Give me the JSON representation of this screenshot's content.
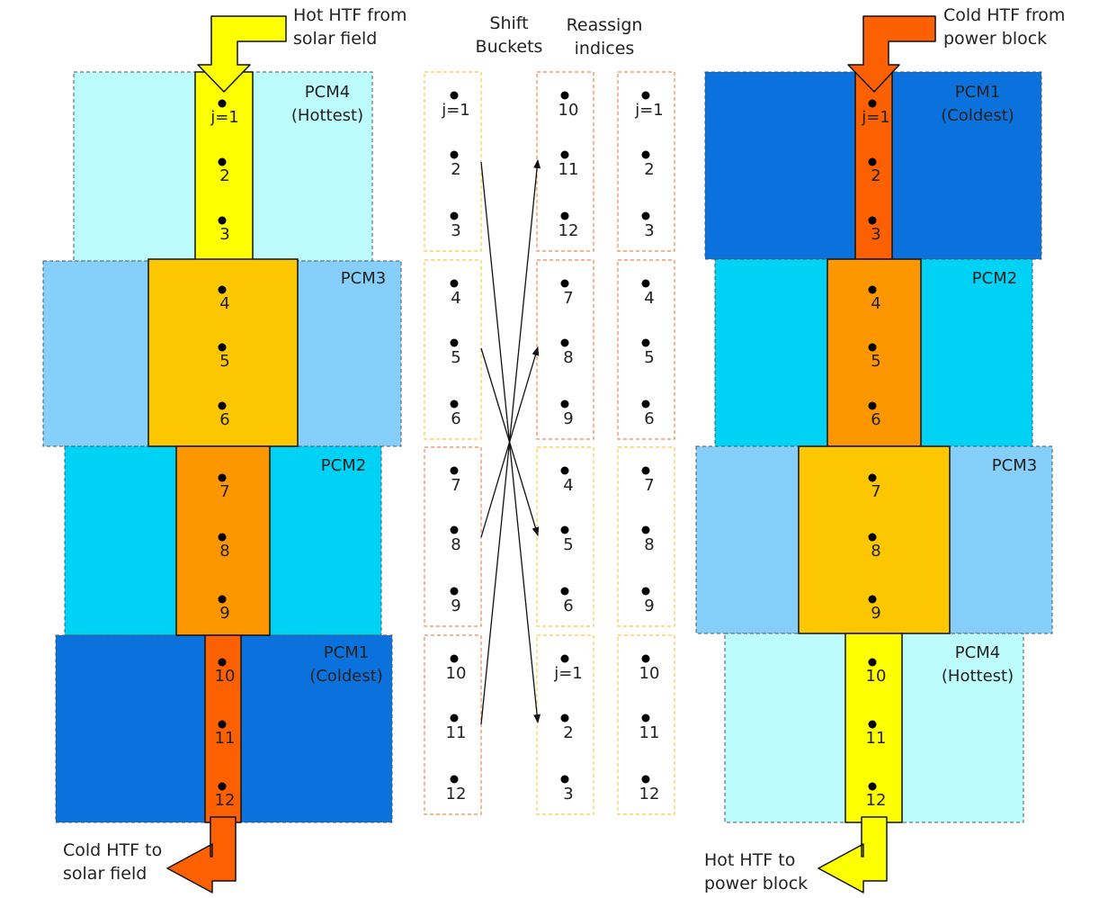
{
  "colors": {
    "pcm1": "#0a71dd",
    "pcm2": "#00d2f5",
    "pcm3": "#86cffb",
    "pcm4": "#bdfcfd",
    "htf_cold": "#fd6000",
    "htf_mid_cold": "#fd9700",
    "htf_mid_hot": "#fdc700",
    "htf_hot": "#fdff00",
    "bucket_yellow": "#f7cb45",
    "bucket_orange": "#f4874a"
  },
  "headers": {
    "shift": [
      "Shift",
      "Buckets"
    ],
    "reassign": [
      "Reassign",
      "indices"
    ]
  },
  "left": {
    "inlet": [
      "Hot HTF from",
      "solar field"
    ],
    "outlet": [
      "Cold HTF to",
      "solar field"
    ],
    "pcms": [
      {
        "name": "PCM4",
        "sub": "(Hottest)",
        "color": "pcm4",
        "htf": "htf_hot"
      },
      {
        "name": "PCM3",
        "sub": "",
        "color": "pcm3",
        "htf": "htf_mid_hot"
      },
      {
        "name": "PCM2",
        "sub": "",
        "color": "pcm2",
        "htf": "htf_mid_cold"
      },
      {
        "name": "PCM1",
        "sub": "(Coldest)",
        "color": "pcm1",
        "htf": "htf_cold"
      }
    ],
    "nodes": [
      "j=1",
      "2",
      "3",
      "4",
      "5",
      "6",
      "7",
      "8",
      "9",
      "10",
      "11",
      "12"
    ]
  },
  "right": {
    "inlet": [
      "Cold HTF from",
      "power block"
    ],
    "outlet": [
      "Hot HTF to",
      "power block"
    ],
    "pcms": [
      {
        "name": "PCM1",
        "sub": "(Coldest)",
        "color": "pcm1",
        "htf": "htf_cold"
      },
      {
        "name": "PCM2",
        "sub": "",
        "color": "pcm2",
        "htf": "htf_mid_cold"
      },
      {
        "name": "PCM3",
        "sub": "",
        "color": "pcm3",
        "htf": "htf_mid_hot"
      },
      {
        "name": "PCM4",
        "sub": "(Hottest)",
        "color": "pcm4",
        "htf": "htf_hot"
      }
    ],
    "nodes": [
      "j=1",
      "2",
      "3",
      "4",
      "5",
      "6",
      "7",
      "8",
      "9",
      "10",
      "11",
      "12"
    ]
  },
  "buckets": {
    "original": [
      [
        "j=1",
        "2",
        "3"
      ],
      [
        "4",
        "5",
        "6"
      ],
      [
        "7",
        "8",
        "9"
      ],
      [
        "10",
        "11",
        "12"
      ]
    ],
    "shifted": [
      [
        "10",
        "11",
        "12"
      ],
      [
        "7",
        "8",
        "9"
      ],
      [
        "4",
        "5",
        "6"
      ],
      [
        "j=1",
        "2",
        "3"
      ]
    ],
    "reassigned": [
      [
        "j=1",
        "2",
        "3"
      ],
      [
        "4",
        "5",
        "6"
      ],
      [
        "7",
        "8",
        "9"
      ],
      [
        "10",
        "11",
        "12"
      ]
    ]
  }
}
